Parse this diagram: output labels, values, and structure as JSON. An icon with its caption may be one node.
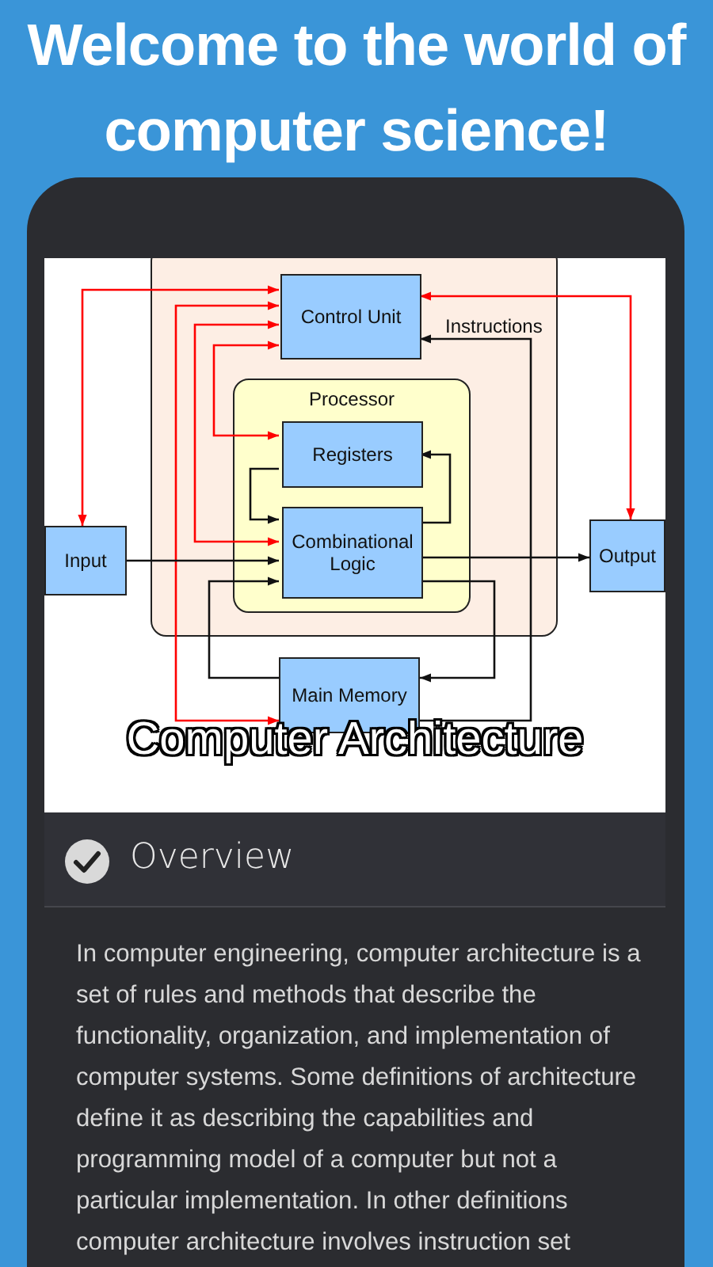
{
  "diagram": {
    "title": "Welcome to the world of computer science!",
    "nodes": [
      {
        "text": [],
        "shape": "box"
      },
      {
        "text": [
          "Control Unit"
        ],
        "in": 0
      },
      {
        "text": [
          "Processor"
        ],
        "in": 0
      },
      {
        "text": [
          "Registers"
        ],
        "in": 2
      },
      {
        "text": [
          "Combinational Logic"
        ],
        "in": 2
      },
      {
        "text": [
          "Input"
        ]
      },
      {
        "text": [
          "Output"
        ]
      },
      {
        "text": [
          "Main Memory"
        ]
      }
    ],
    "edges": [
      {
        "from": 1,
        "to": 5,
        "arrow": "both",
        "color": "#ff0000"
      },
      {
        "from": 1,
        "to": 7,
        "arrow": "both",
        "color": "#ff0000"
      },
      {
        "from": 1,
        "to": 4,
        "arrow": "both",
        "color": "#ff0000"
      },
      {
        "from": 1,
        "to": 3,
        "arrow": "both",
        "color": "#ff0000"
      },
      {
        "from": 1,
        "to": 6,
        "arrow": "both",
        "color": "#ff0000"
      },
      {
        "from": 7,
        "to": 1,
        "arrow": "to",
        "label": "Instructions"
      },
      {
        "from": 3,
        "to": 4,
        "arrow": "to"
      },
      {
        "from": 4,
        "to": 3,
        "arrow": "to"
      },
      {
        "from": 5,
        "to": 4,
        "arrow": "to"
      },
      {
        "from": 4,
        "to": 6,
        "arrow": "to"
      },
      {
        "from": 7,
        "to": 4,
        "arrow": "to"
      },
      {
        "from": 4,
        "to": 7,
        "arrow": "to"
      }
    ],
    "labels": [
      "Computer Architecture",
      "Overview",
      "In computer engineering, computer architecture is a set of rules and methods that describe the functionality, organization, and implementation of computer systems. Some definitions of architecture define it as describing the capabilities and programming model of a computer but not a particular implementation. In other definitions computer architecture involves instruction set"
    ]
  }
}
